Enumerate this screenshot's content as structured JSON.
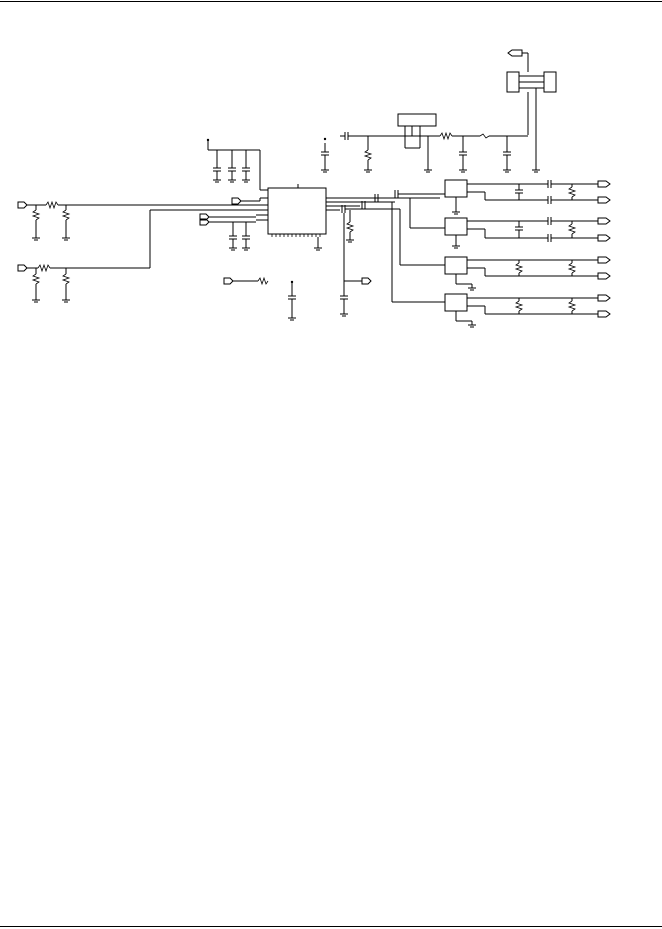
{
  "page": {
    "background": "#ffffff",
    "line_color": "#000000",
    "text_lines": []
  },
  "schematic": {
    "components": [
      {
        "kind": "connector",
        "name": "header-top-right"
      },
      {
        "kind": "regulator",
        "name": "regulator-top"
      },
      {
        "kind": "ic",
        "name": "main-ic"
      },
      {
        "kind": "transformer",
        "name": "xfmr-1"
      },
      {
        "kind": "transformer",
        "name": "xfmr-2"
      },
      {
        "kind": "transformer",
        "name": "xfmr-3"
      },
      {
        "kind": "transformer",
        "name": "xfmr-4"
      }
    ],
    "ports": {
      "left_inputs": 5,
      "right_outputs": 8
    }
  }
}
